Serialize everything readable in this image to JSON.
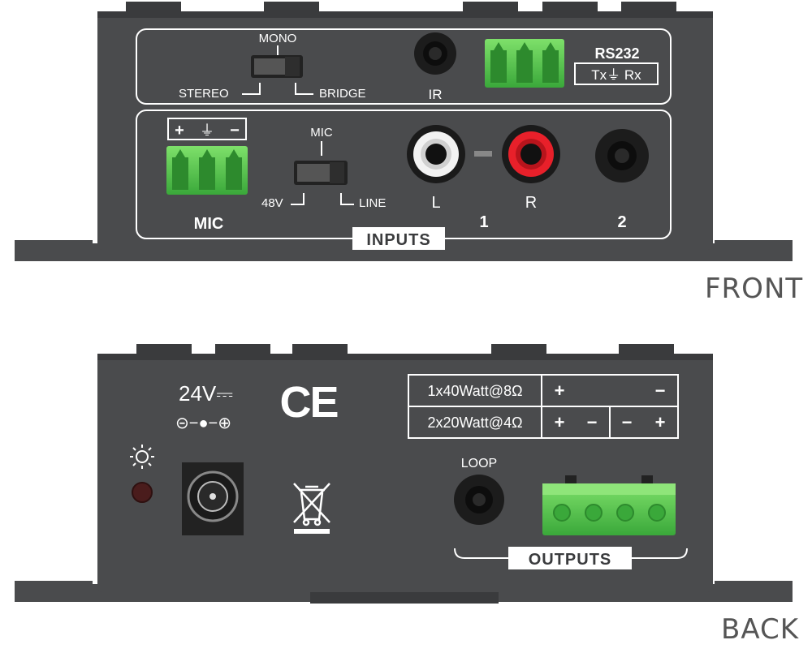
{
  "front": {
    "view_label": "FRONT",
    "mode_switch": {
      "top": "MONO",
      "left": "STEREO",
      "right": "BRIDGE"
    },
    "ir_label": "IR",
    "rs232": {
      "title": "RS232",
      "pins": "Tx⏚ Rx"
    },
    "mic_input": {
      "polarity": [
        "+",
        "⏚",
        "−"
      ],
      "label": "MIC"
    },
    "level_switch": {
      "top": "MIC",
      "left": "48V",
      "right": "LINE"
    },
    "rca": {
      "left": "L",
      "right": "R",
      "dash": "–"
    },
    "input_numbers": [
      "1",
      "2"
    ],
    "section_label": "INPUTS"
  },
  "back": {
    "view_label": "BACK",
    "power_label": "24V⎓",
    "polarity_symbol": "⊝−●−⊕",
    "ce_mark": "CE",
    "power_led_icon": "sun-icon",
    "weee_icon": "crossed-bin-icon",
    "loop_label": "LOOP",
    "output_table": [
      {
        "label": "1x40Watt@8Ω",
        "terminals": [
          "+",
          "−"
        ]
      },
      {
        "label": "2x20Watt@4Ω",
        "terminals": [
          "+",
          "−",
          "−",
          "+"
        ]
      }
    ],
    "section_label": "OUTPUTS"
  },
  "colors": {
    "chassis": "#4a4b4d",
    "chassis_dark": "#3a3b3d",
    "line": "#ffffff",
    "terminal_green": "#4cc24a",
    "rca_red": "#e8202a"
  }
}
